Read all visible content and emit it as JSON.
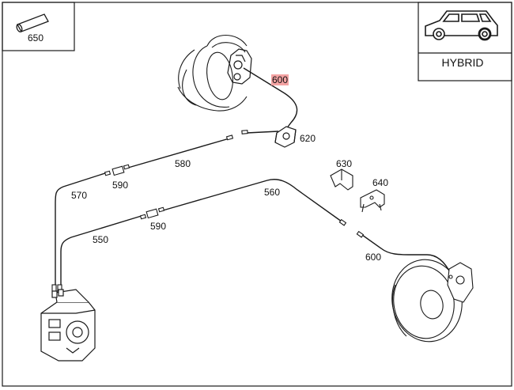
{
  "inset_part": {
    "label": "650"
  },
  "vehicle_box": {
    "variant_label": "HYBRID",
    "icon": "car-icon"
  },
  "parts": [
    {
      "id": "p600-front",
      "label": "600",
      "highlighted": true
    },
    {
      "id": "p620",
      "label": "620"
    },
    {
      "id": "p580",
      "label": "580"
    },
    {
      "id": "p590-a",
      "label": "590"
    },
    {
      "id": "p570",
      "label": "570"
    },
    {
      "id": "p630",
      "label": "630"
    },
    {
      "id": "p640",
      "label": "640"
    },
    {
      "id": "p560",
      "label": "560"
    },
    {
      "id": "p590-b",
      "label": "590"
    },
    {
      "id": "p550",
      "label": "550"
    },
    {
      "id": "p600-rear",
      "label": "600"
    }
  ],
  "colors": {
    "line": "#1a1a1a",
    "highlight": "#f4a3a3"
  }
}
